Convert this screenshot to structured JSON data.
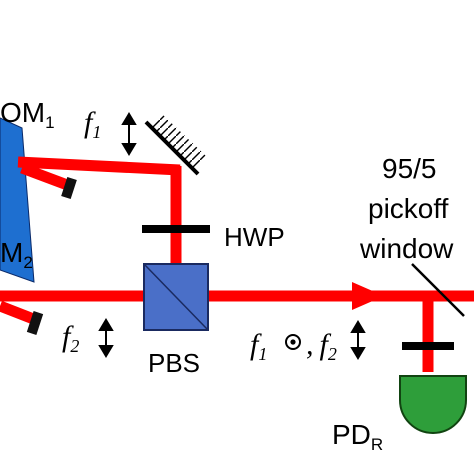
{
  "labels": {
    "aom1": {
      "main": "OM",
      "sub": "1"
    },
    "aom2": {
      "main": "M",
      "sub": "2"
    },
    "f1_top": {
      "main": "f",
      "sub": "1"
    },
    "f2_left": {
      "main": "f",
      "sub": "2"
    },
    "hwp": "HWP",
    "pbs": "PBS",
    "pickoff_line1": "95/5",
    "pickoff_line2": "pickoff",
    "pickoff_line3": "window",
    "modulation": {
      "a": "f",
      "a_sub": "1",
      "sep": ",",
      "b": "f",
      "b_sub": "2"
    },
    "pdr": {
      "main": "PD",
      "sub": "R"
    }
  },
  "colors": {
    "beam": "#ff0000",
    "aom": "#1e6fd0",
    "pbs_fill": "#4a6fc8",
    "detector": "#2e9e3a",
    "optic": "#000000"
  }
}
